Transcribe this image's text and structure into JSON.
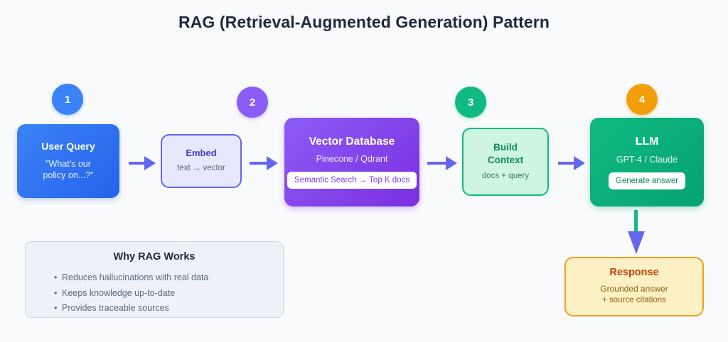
{
  "page_title": "RAG (Retrieval-Augmented Generation) Pattern",
  "background_color": "#f8fafc",
  "flow": {
    "badges": [
      {
        "label": "1",
        "color": "#3b82f6"
      },
      {
        "label": "2",
        "color": "#8b5cf6"
      },
      {
        "label": "3",
        "color": "#10b981"
      },
      {
        "label": "4",
        "color": "#f59e0b"
      }
    ],
    "nodes": [
      {
        "id": "user-query",
        "title": "User Query",
        "subtitle": "\"What's our\npolicy on...?\"",
        "subtitle_line1": "\"What's our",
        "subtitle_line2": "policy on...?\"",
        "fill": "#3b82f6",
        "text_color": "#ffffff"
      },
      {
        "id": "embed",
        "title": "Embed",
        "subtitle": "text → vector",
        "fill": "#e6e8fd",
        "border_color": "#6366f1",
        "text_color": "#4338ca"
      },
      {
        "id": "vector-database",
        "title": "Vector Database",
        "subtitle": "Pinecone / Qdrant",
        "pill": "Semantic Search → Top K docs",
        "fill": "#8b5cf6",
        "text_color": "#ffffff"
      },
      {
        "id": "build-context",
        "title_line1": "Build",
        "title_line2": "Context",
        "subtitle": "docs + query",
        "fill": "#cdf5e0",
        "border_color": "#10b981",
        "text_color": "#0f8a5f"
      },
      {
        "id": "llm",
        "title": "LLM",
        "subtitle": "GPT-4 / Claude",
        "pill": "Generate answer",
        "fill": "#10b981",
        "text_color": "#ffffff"
      },
      {
        "id": "response",
        "title": "Response",
        "subtitle": "Grounded answer",
        "subtitle2": "+ source citations",
        "fill": "#fdf0c4",
        "border_color": "#f0a020",
        "text_color": "#c2410c"
      }
    ],
    "arrow_color": "#6366f1",
    "vertical_connector_color": "#10b981"
  },
  "why_rag": {
    "title": "Why RAG Works",
    "bullets": [
      "Reduces hallucinations with real data",
      "Keeps knowledge up-to-date",
      "Provides traceable sources"
    ]
  }
}
